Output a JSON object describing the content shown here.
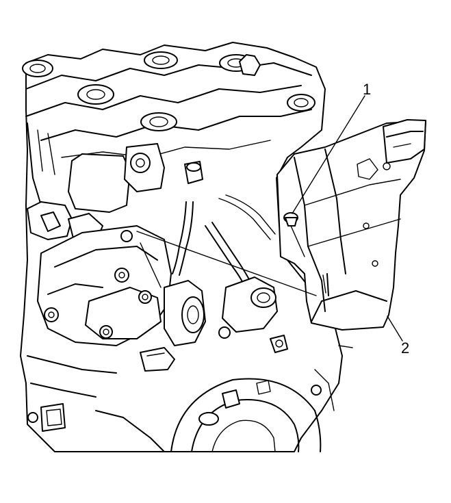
{
  "callouts": [
    {
      "label": "1",
      "target": "cover-bolt"
    },
    {
      "label": "2",
      "target": "timing-cover"
    }
  ]
}
